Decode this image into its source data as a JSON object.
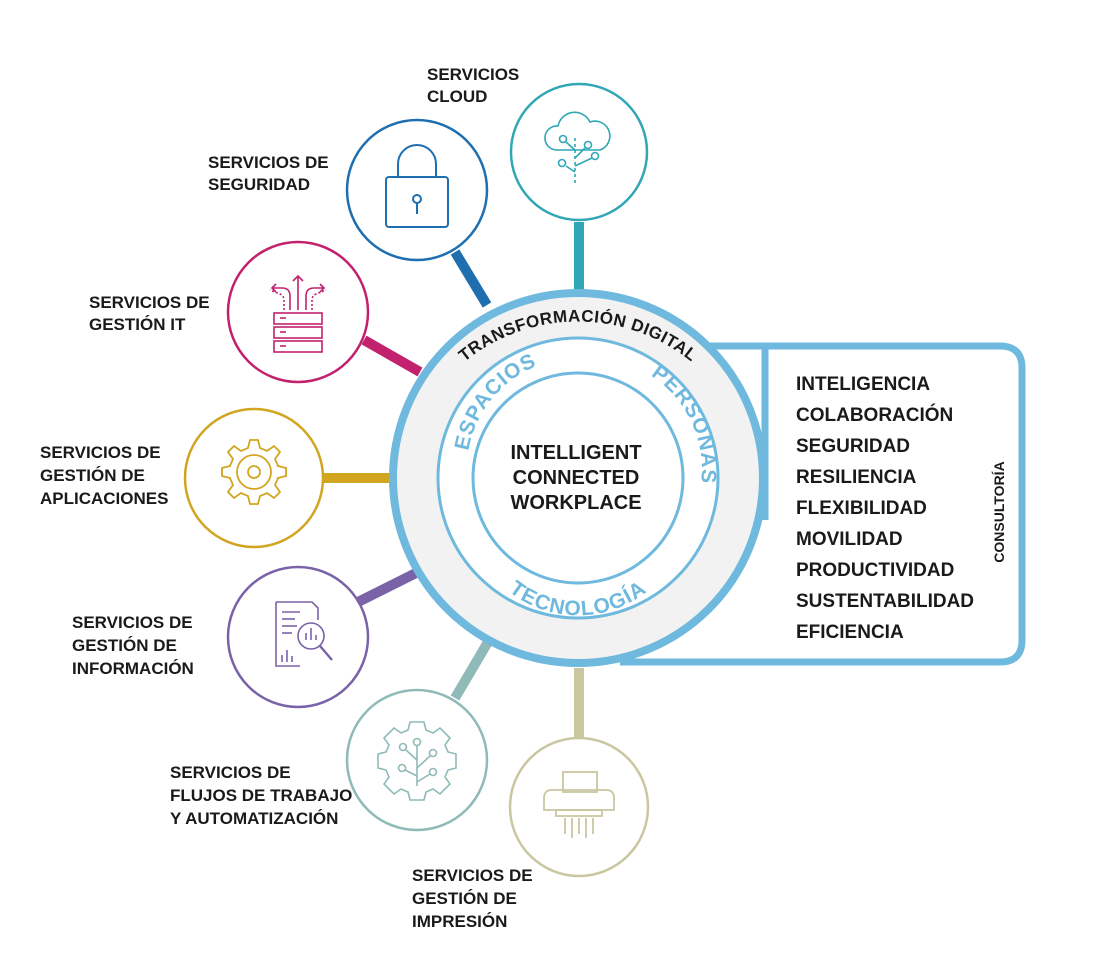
{
  "center": {
    "title_lines": [
      "INTELLIGENT",
      "CONNECTED",
      "WORKPLACE"
    ],
    "outer_ring_label": "TRANSFORMACIÓN DIGITAL",
    "inner_ring_labels": {
      "top_left": "ESPACIOS",
      "right": "PERSONAS",
      "bottom": "TECNOLOGÍA"
    },
    "ring_color": "#6fb9de"
  },
  "services": [
    {
      "id": "cloud",
      "lines": [
        "SERVICIOS",
        "CLOUD"
      ],
      "color": "#2fa7b5",
      "icon": "cloud-network-icon"
    },
    {
      "id": "seguridad",
      "lines": [
        "SERVICIOS DE",
        "SEGURIDAD"
      ],
      "color": "#1f6fb0",
      "icon": "padlock-icon"
    },
    {
      "id": "gestion-it",
      "lines": [
        "SERVICIOS DE",
        "GESTIÓN IT"
      ],
      "color": "#c2216e",
      "icon": "server-arrows-icon"
    },
    {
      "id": "aplicaciones",
      "lines": [
        "SERVICIOS DE",
        "GESTIÓN DE",
        "APLICACIONES"
      ],
      "color": "#d2a521",
      "icon": "gear-icon"
    },
    {
      "id": "informacion",
      "lines": [
        "SERVICIOS DE",
        "GESTIÓN DE",
        "INFORMACIÓN"
      ],
      "color": "#7a62a8",
      "icon": "document-search-icon"
    },
    {
      "id": "flujos",
      "lines": [
        "SERVICIOS DE",
        "FLUJOS DE TRABAJO",
        "Y AUTOMATIZACIÓN"
      ],
      "color": "#8fbab8",
      "icon": "gear-circuit-icon"
    },
    {
      "id": "impresion",
      "lines": [
        "SERVICIOS DE",
        "GESTIÓN DE",
        "IMPRESIÓN"
      ],
      "color": "#c9c6a0",
      "icon": "printer-icon"
    }
  ],
  "values_panel": {
    "items": [
      "INTELIGENCIA",
      "COLABORACIÓN",
      "SEGURIDAD",
      "RESILIENCIA",
      "FLEXIBILIDAD",
      "MOVILIDAD",
      "PRODUCTIVIDAD",
      "SUSTENTABILIDAD",
      "EFICIENCIA"
    ],
    "side_label": "CONSULTORÍA",
    "border_color": "#6fb9de"
  }
}
